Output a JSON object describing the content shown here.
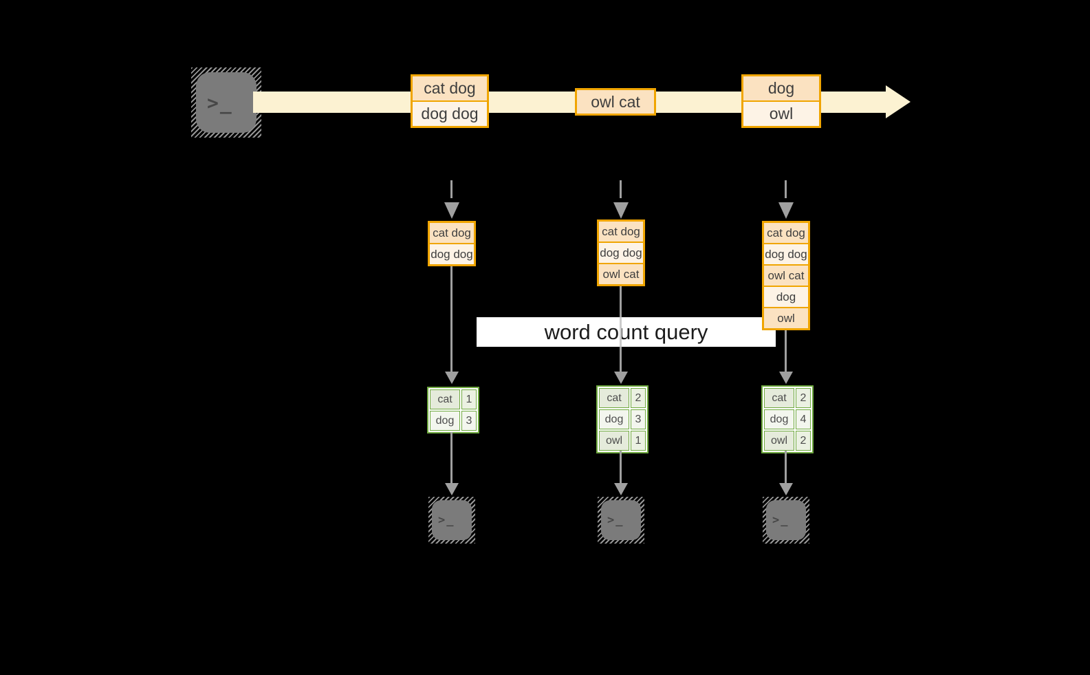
{
  "query_label": "word count query",
  "terminal": {
    "prompt": ">_"
  },
  "colors": {
    "stream_band": "#fcf2d2",
    "box_border": "#f0a500",
    "box_fill_dark": "#fbe2c1",
    "box_fill_light": "#fdf3e6",
    "table_border": "#6fa93f",
    "table_fill_dark": "#e5ebdb",
    "table_fill_light": "#f3f6ee",
    "arrow_gray": "#a0a0a0"
  },
  "stream": {
    "messages": [
      {
        "cells": [
          "cat dog",
          "dog dog"
        ]
      },
      {
        "cells": [
          "owl cat"
        ]
      },
      {
        "cells": [
          "dog",
          "owl"
        ]
      }
    ]
  },
  "columns": [
    {
      "buffer": [
        "cat dog",
        "dog dog"
      ],
      "counts": [
        {
          "word": "cat",
          "value": "1"
        },
        {
          "word": "dog",
          "value": "3"
        }
      ]
    },
    {
      "buffer": [
        "cat dog",
        "dog dog",
        "owl cat"
      ],
      "counts": [
        {
          "word": "cat",
          "value": "2"
        },
        {
          "word": "dog",
          "value": "3"
        },
        {
          "word": "owl",
          "value": "1"
        }
      ]
    },
    {
      "buffer": [
        "cat dog",
        "dog dog",
        "owl cat",
        "dog",
        "owl"
      ],
      "counts": [
        {
          "word": "cat",
          "value": "2"
        },
        {
          "word": "dog",
          "value": "4"
        },
        {
          "word": "owl",
          "value": "2"
        }
      ]
    }
  ]
}
